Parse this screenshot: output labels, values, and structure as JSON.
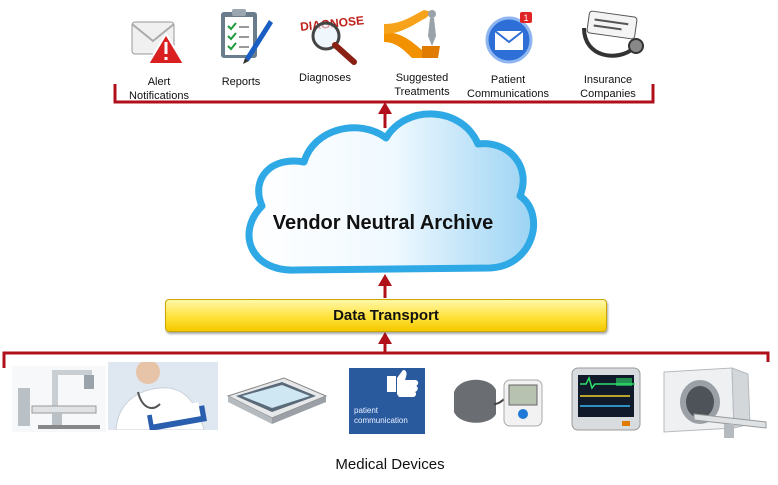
{
  "services": [
    {
      "label": "Alert\nNotifications",
      "icon": "alert-envelope-icon"
    },
    {
      "label": "Reports",
      "icon": "clipboard-checklist-icon"
    },
    {
      "label": "Diagnoses",
      "icon": "magnifier-diagnose-icon"
    },
    {
      "label": "Suggested\nTreatments",
      "icon": "figure-arrows-icon"
    },
    {
      "label": "Patient\nCommunications",
      "icon": "email-badge-icon"
    },
    {
      "label": "Insurance\nCompanies",
      "icon": "stethoscope-tag-icon"
    }
  ],
  "archive": {
    "title": "Vendor Neutral Archive"
  },
  "transport": {
    "label": "Data Transport"
  },
  "devices": {
    "label": "Medical Devices",
    "items": [
      {
        "icon": "xray-machine-icon"
      },
      {
        "icon": "doctor-writing-icon"
      },
      {
        "icon": "tablet-monitor-icon"
      },
      {
        "icon": "patient-communication-like-icon",
        "text": "patient\ncommunication"
      },
      {
        "icon": "blood-pressure-monitor-icon"
      },
      {
        "icon": "patient-monitor-icon"
      },
      {
        "icon": "mri-scanner-icon"
      }
    ]
  },
  "colors": {
    "connector": "#b0101a",
    "cloud_edge": "#2fa9e6",
    "cloud_fill": "#e9f7ff",
    "transport": "#ffe23a"
  }
}
